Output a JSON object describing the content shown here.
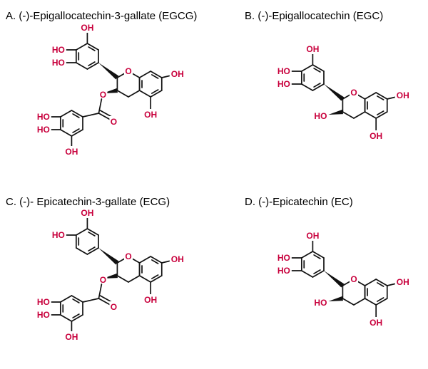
{
  "colors": {
    "heteroatom": "#c8003c",
    "bond": "#111111"
  },
  "labels": {
    "hydroxyl": "OH",
    "hydroxyl_left": "HO",
    "ring_oxygen": "O",
    "ester_oxygen": "O"
  },
  "panels": [
    {
      "id": "A",
      "title": "A. (-)-Epigallocatechin-3-gallate (EGCG)"
    },
    {
      "id": "B",
      "title": "B. (-)-Epigallocatechin (EGC)"
    },
    {
      "id": "C",
      "title": "C. (-)- Epicatechin-3-gallate (ECG)"
    },
    {
      "id": "D",
      "title": "D. (-)-Epicatechin (EC)"
    }
  ]
}
